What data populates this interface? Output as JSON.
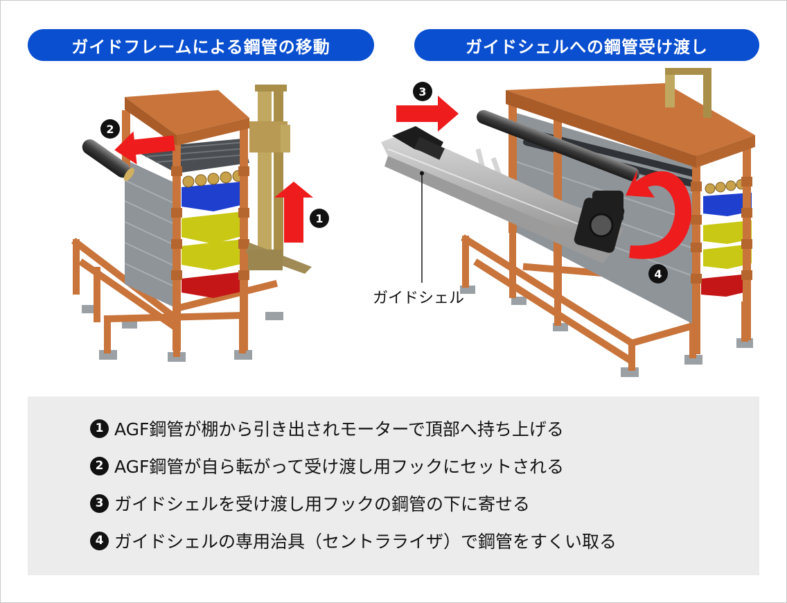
{
  "titles": {
    "left": "ガイドフレームによる鋼管の移動",
    "right": "ガイドシェルへの鋼管受け渡し"
  },
  "callout": {
    "guide_shell": "ガイドシェル"
  },
  "badges": [
    "1",
    "2",
    "3",
    "4"
  ],
  "steps": [
    {
      "num": "1",
      "text": "AGF鋼管が棚から引き出されモーターで頂部へ持ち上げる"
    },
    {
      "num": "2",
      "text": "AGF鋼管が自ら転がって受け渡し用フックにセットされる"
    },
    {
      "num": "3",
      "text": "ガイドシェルを受け渡し用フックの鋼管の下に寄せる"
    },
    {
      "num": "4",
      "text": "ガイドシェルの専用治具（セントラライザ）で鋼管をすくい取る"
    }
  ],
  "colors": {
    "pill": "#0a4fd0",
    "frame_wood": "#c8743a",
    "arrow": "#ee1c1c",
    "blue_tray": "#1f3fcf",
    "yellow_tray": "#c9c814",
    "red_tray": "#c41616",
    "steps_bg": "#ececec"
  }
}
